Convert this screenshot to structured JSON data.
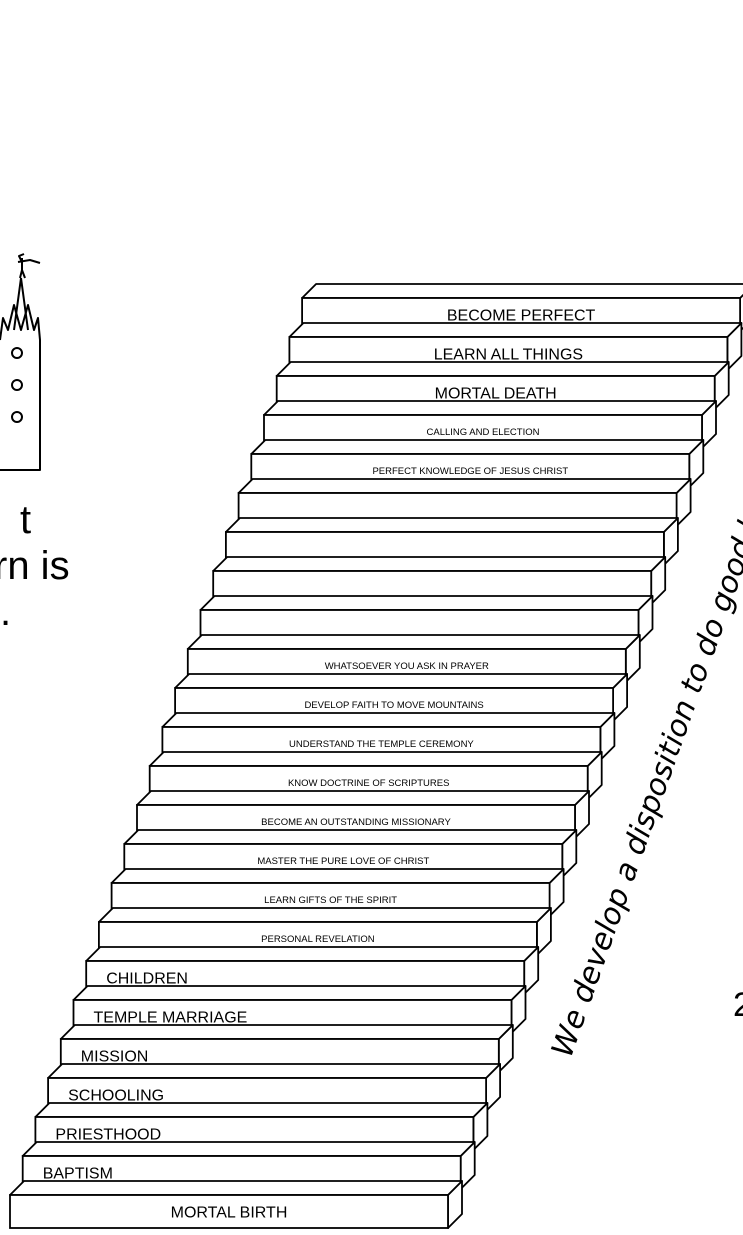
{
  "steps": [
    {
      "label": "MORTAL BIRTH",
      "align": "center",
      "size": "large"
    },
    {
      "label": "BAPTISM",
      "align": "left",
      "size": "large"
    },
    {
      "label": "PRIESTHOOD",
      "align": "left",
      "size": "large"
    },
    {
      "label": "SCHOOLING",
      "align": "left",
      "size": "large"
    },
    {
      "label": "MISSION",
      "align": "left",
      "size": "large"
    },
    {
      "label": "TEMPLE MARRIAGE",
      "align": "left",
      "size": "large"
    },
    {
      "label": "CHILDREN",
      "align": "left",
      "size": "large"
    },
    {
      "label": "PERSONAL REVELATION",
      "align": "center",
      "size": "small"
    },
    {
      "label": "LEARN GIFTS OF THE SPIRIT",
      "align": "center",
      "size": "small"
    },
    {
      "label": "MASTER THE PURE LOVE OF CHRIST",
      "align": "center",
      "size": "small"
    },
    {
      "label": "BECOME AN OUTSTANDING MISSIONARY",
      "align": "center",
      "size": "small"
    },
    {
      "label": "KNOW DOCTRINE OF SCRIPTURES",
      "align": "center",
      "size": "small"
    },
    {
      "label": "UNDERSTAND THE TEMPLE CEREMONY",
      "align": "center",
      "size": "small"
    },
    {
      "label": "DEVELOP FAITH TO MOVE MOUNTAINS",
      "align": "center",
      "size": "small"
    },
    {
      "label": "WHATSOEVER YOU ASK IN PRAYER",
      "align": "center",
      "size": "small"
    },
    {
      "label": "",
      "align": "center",
      "size": "small"
    },
    {
      "label": "",
      "align": "center",
      "size": "small"
    },
    {
      "label": "",
      "align": "center",
      "size": "small"
    },
    {
      "label": "",
      "align": "center",
      "size": "small"
    },
    {
      "label": "PERFECT KNOWLEDGE OF JESUS CHRIST",
      "align": "center",
      "size": "small"
    },
    {
      "label": "CALLING AND ELECTION",
      "align": "center",
      "size": "small"
    },
    {
      "label": "MORTAL DEATH",
      "align": "center",
      "size": "large"
    },
    {
      "label": "LEARN ALL THINGS",
      "align": "center",
      "size": "large"
    },
    {
      "label": "BECOME PERFECT",
      "align": "center",
      "size": "large"
    }
  ],
  "caption": "We develop a disposition to do good by the goals we set",
  "left_text": {
    "line1": "t",
    "line2": "rn is",
    "line3": "."
  },
  "right_edge_text": "2",
  "icons": {
    "temple": "temple-icon"
  }
}
